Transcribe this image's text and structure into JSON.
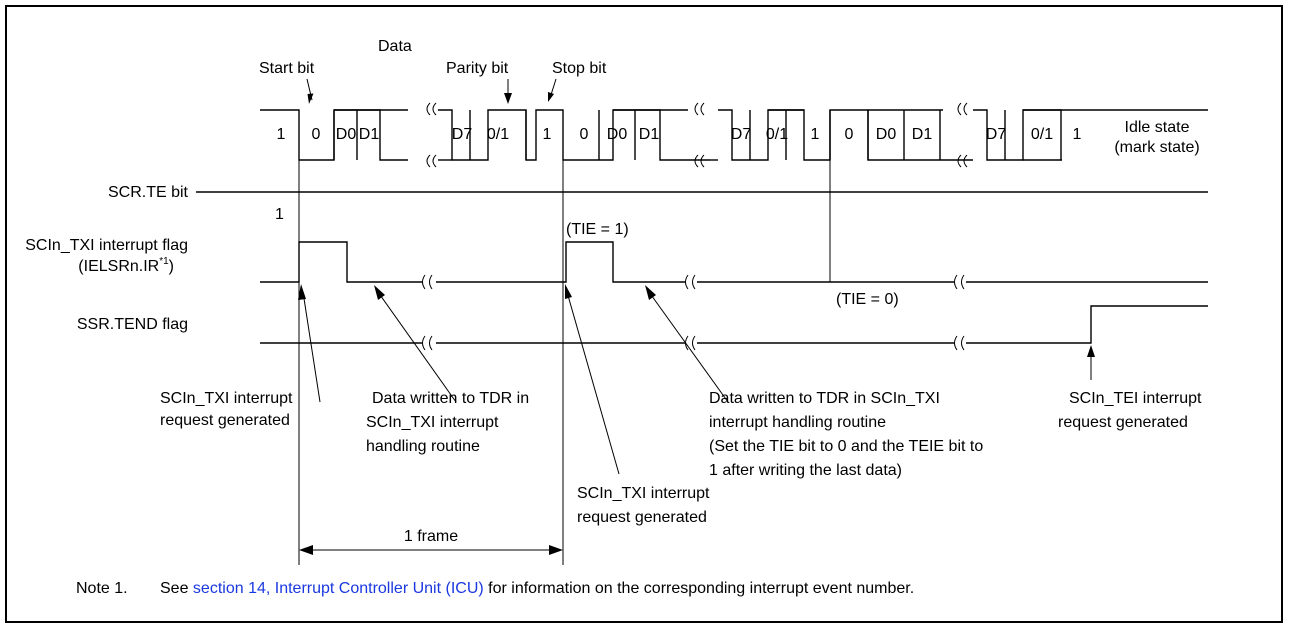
{
  "labels": {
    "data": "Data",
    "start_bit": "Start bit",
    "parity_bit": "Parity bit",
    "stop_bit": "Stop bit",
    "idle_state_1": "Idle state",
    "idle_state_2": "(mark state)",
    "scr_te": "SCR.TE bit",
    "scr_te_value": "1",
    "txi_flag_1": "SCIn_TXI interrupt flag",
    "txi_flag_2a": "(IELSRn.IR",
    "txi_flag_sup": "*1",
    "txi_flag_2b": ")",
    "tend_flag": "SSR.TEND flag",
    "tie_1": "(TIE = 1)",
    "tie_0": "(TIE = 0)",
    "one_frame": "1 frame"
  },
  "frames": [
    {
      "bits": [
        "1",
        "0",
        "D0",
        "D1",
        "D7",
        "0/1",
        "1"
      ]
    },
    {
      "bits": [
        "0",
        "D0",
        "D1",
        "D7",
        "0/1",
        "1"
      ]
    },
    {
      "bits": [
        "0",
        "D0",
        "D1",
        "D7",
        "0/1",
        "1"
      ]
    }
  ],
  "annotations": {
    "txi_req_1": [
      "SCIn_TXI interrupt",
      "request generated"
    ],
    "data_written_1": [
      "Data written to TDR in",
      "SCIn_TXI interrupt",
      "handling routine"
    ],
    "txi_req_2": [
      "SCIn_TXI interrupt",
      "request generated"
    ],
    "data_written_2": [
      "Data written to TDR in SCIn_TXI",
      "interrupt handling routine",
      "(Set the TIE bit to 0 and the TEIE bit to",
      "1 after writing the last data)"
    ],
    "tei_req": [
      "SCIn_TEI interrupt",
      "request generated"
    ]
  },
  "note": {
    "label": "Note 1.",
    "prefix": "See ",
    "link": "section 14, Interrupt Controller Unit (ICU)",
    "suffix": " for information on the corresponding interrupt event number."
  }
}
